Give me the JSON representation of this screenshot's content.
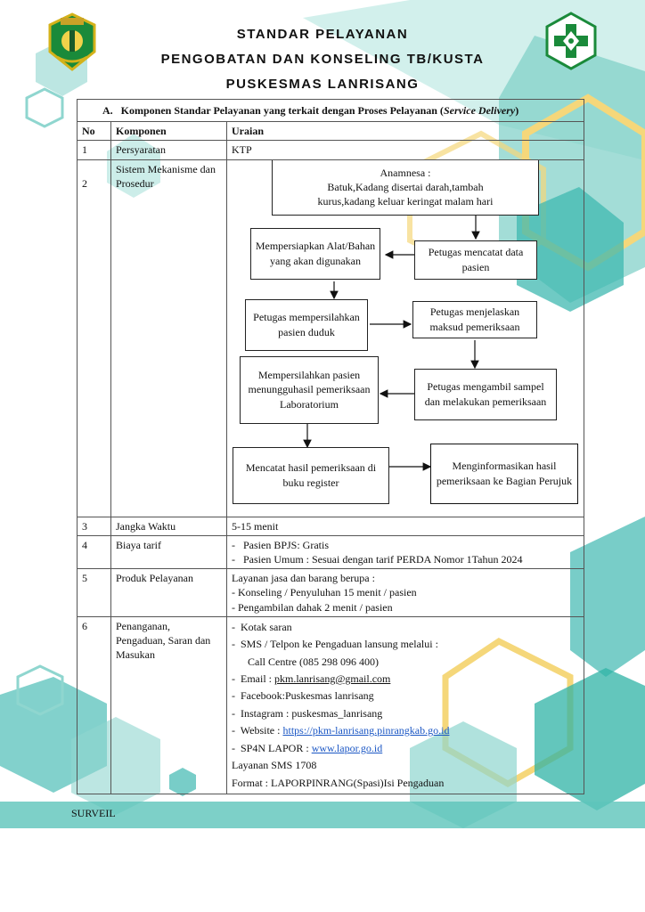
{
  "header": {
    "title_line1": "STANDAR PELAYANAN",
    "title_line2": "PENGOBATAN DAN KONSELING TB/KUSTA",
    "title_line3": "PUSKESMAS LANRISANG"
  },
  "colors": {
    "teal": "#3fb8b0",
    "light_teal": "#8fd6cf",
    "yellow": "#f5d77a",
    "logo_green": "#1a8a3a"
  },
  "section": {
    "label": "A.",
    "title_prefix": "Komponen Standar Pelayanan yang terkait dengan Proses Pelayanan (",
    "title_italic": "Service Delivery",
    "title_suffix": ")"
  },
  "table": {
    "headers": {
      "no": "No",
      "komponen": "Komponen",
      "uraian": "Uraian"
    },
    "row1": {
      "no": "1",
      "komponen": "Persyaratan",
      "uraian": "KTP"
    },
    "row2": {
      "no": "2",
      "komponen": "Sistem Mekanisme dan Prosedur"
    },
    "row3": {
      "no": "3",
      "komponen": "Jangka  Waktu",
      "uraian": "5-15  menit"
    },
    "row4": {
      "no": "4",
      "komponen": "Biaya  tarif",
      "item1": "Pasien  BPJS:  Gratis",
      "item2": "Pasien  Umum  : Sesuai dengan tarif PERDA Nomor 1Tahun 2024"
    },
    "row5": {
      "no": "5",
      "komponen": "Produk  Pelayanan",
      "intro": "Layanan jasa  dan  barang  berupa  :",
      "item1": "Konseling  /  Penyuluhan  15  menit  /  pasien",
      "item2": "Pengambilan  dahak  2  menit  /  pasien"
    },
    "row6": {
      "no": "6",
      "komponen": "Penanganan, Pengaduan, Saran dan Masukan",
      "item1": "Kotak  saran",
      "item2": "SMS  /  Telpon ke Pengaduan lansung melalui :",
      "item2b": "Call Centre  (085 298 096 400)",
      "item3_label": "Email  :  ",
      "item3_value": "pkm.lanrisang@gmail.com",
      "item4": "Facebook:Puskesmas  lanrisang",
      "item5": "Instagram  :  puskesmas_lanrisang",
      "item6_label": "Website   :   ",
      "item6_value": "https://pkm-lanrisang.pinrangkab.go.id",
      "item7_label": "SP4N LAPOR : ",
      "item7_value": "www.lapor.go.id",
      "item7b": "Layanan SMS 1708",
      "item7c": "Format  :  LAPORPINRANG(Spasi)Isi  Pengaduan"
    }
  },
  "flow": {
    "box1": "Anamnesa  :",
    "box1b": "Batuk,Kadang  disertai  darah,tambah",
    "box1c": "kurus,kadang  keluar  keringat  malam  hari",
    "box2": "Petugas mencatat data pasien",
    "box3": "Mempersiapkan Alat/Bahan yang akan digunakan",
    "box4": "Petugas mempersilahkan pasien  duduk",
    "box5": "Petugas menjelaskan maksud  pemeriksaan",
    "box6": "Petugas  mengambil sampel dan melakukan pemeriksaan",
    "box7": "Mempersilahkan  pasien menungguhasil pemeriksaan Laboratorium",
    "box8": "Mencatat hasil pemeriksaan di buku register",
    "box9": "Menginformasikan hasil pemeriksaan  ke  Bagian Perujuk"
  },
  "footer": {
    "text": "SURVEIL"
  }
}
